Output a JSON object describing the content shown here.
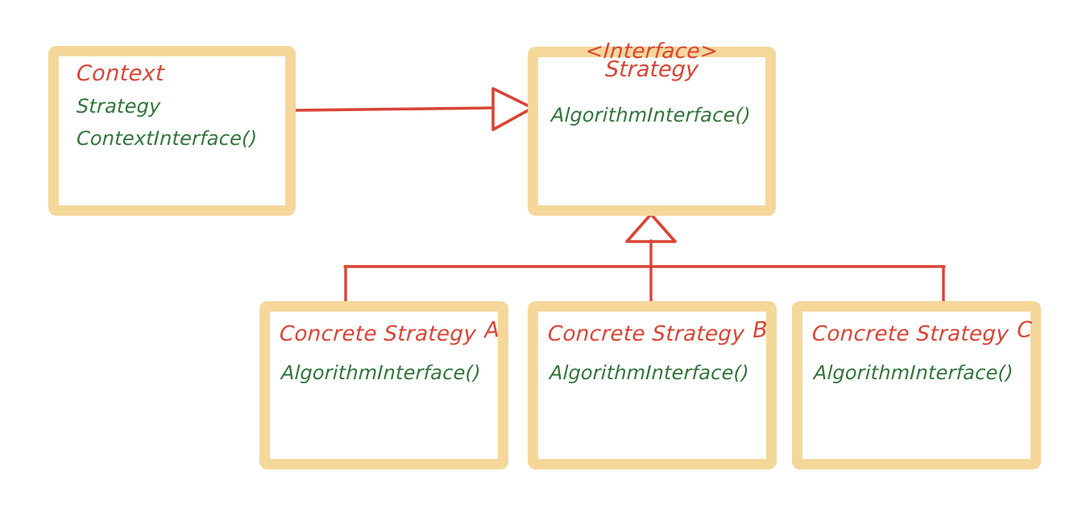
{
  "diagram": {
    "title": "Strategy Pattern UML Class Diagram",
    "style": "hand-drawn",
    "colors": {
      "box_border": "#F5D79A",
      "box_fill": "#FFFFFF",
      "class_name_text": "#D94436",
      "member_text": "#33743C",
      "connector": "#D94436",
      "background": "#FFFFFF"
    },
    "boxes": [
      {
        "id": "context",
        "name": "Context",
        "stereotype": "",
        "members": [
          "Strategy",
          "ContextInterface()"
        ]
      },
      {
        "id": "strategy",
        "name": "Strategy",
        "stereotype": "<Interface>",
        "members": [
          "AlgorithmInterface()"
        ]
      },
      {
        "id": "concrete-a",
        "name": "Concrete Strategy",
        "suffix": "A",
        "stereotype": "",
        "members": [
          "AlgorithmInterface()"
        ]
      },
      {
        "id": "concrete-b",
        "name": "Concrete Strategy",
        "suffix": "B",
        "stereotype": "",
        "members": [
          "AlgorithmInterface()"
        ]
      },
      {
        "id": "concrete-c",
        "name": "Concrete Strategy",
        "suffix": "C",
        "stereotype": "",
        "members": [
          "AlgorithmInterface()"
        ]
      }
    ],
    "connectors": [
      {
        "id": "context-to-strategy",
        "from": "context",
        "to": "strategy",
        "type": "association-hollow-triangle",
        "direction": "right"
      },
      {
        "id": "concrete-a-to-strategy",
        "from": "concrete-a",
        "to": "strategy",
        "type": "generalization",
        "direction": "up"
      },
      {
        "id": "concrete-b-to-strategy",
        "from": "concrete-b",
        "to": "strategy",
        "type": "generalization",
        "direction": "up"
      },
      {
        "id": "concrete-c-to-strategy",
        "from": "concrete-c",
        "to": "strategy",
        "type": "generalization",
        "direction": "up"
      }
    ]
  }
}
